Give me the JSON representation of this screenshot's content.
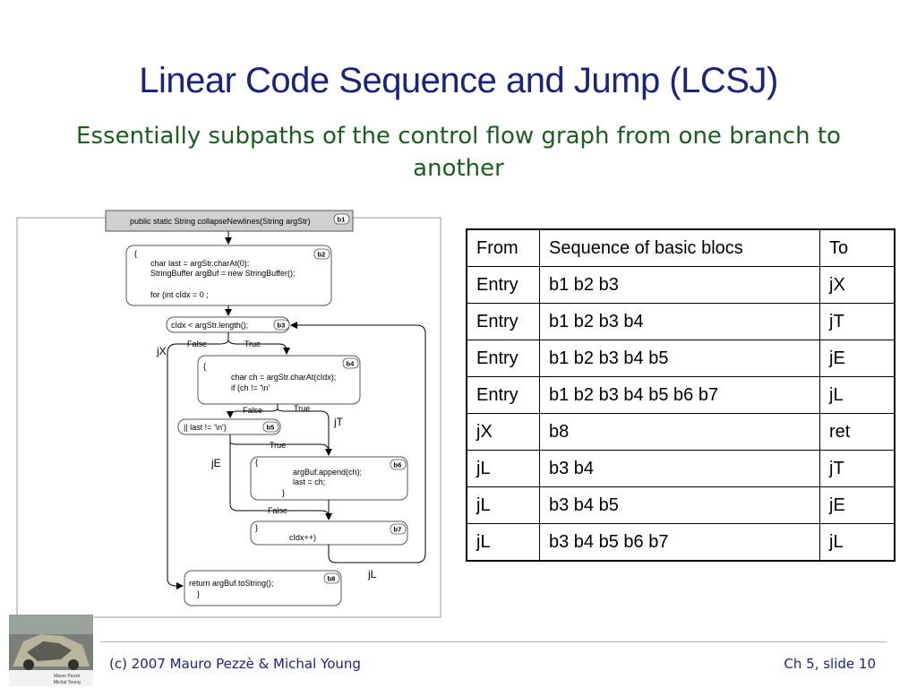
{
  "slide": {
    "title": "Linear Code Sequence and Jump (LCSJ)",
    "subtitle": "Essentially subpaths of the control flow graph from one branch to another"
  },
  "cfg": {
    "header": "public static String collapseNewlines(String argStr)",
    "nodes": {
      "b1": {
        "id": "b1"
      },
      "b2": {
        "id": "b2",
        "lines": [
          "{",
          "char last = argStr.charAt(0);",
          "StringBuffer argBuf = new StringBuffer();",
          "",
          "for (int cIdx = 0 ;"
        ]
      },
      "b3": {
        "id": "b3",
        "text": "cIdx < argStr.length();"
      },
      "b4": {
        "id": "b4",
        "lines": [
          "{",
          "char ch = argStr.charAt(cIdx);",
          "if (ch != '\\n'"
        ]
      },
      "b5": {
        "id": "b5",
        "text": "|| last != '\\n')"
      },
      "b6": {
        "id": "b6",
        "lines": [
          "{",
          "argBuf.append(ch);",
          "last = ch;",
          "}"
        ]
      },
      "b7": {
        "id": "b7",
        "lines": [
          "}",
          "cIdx++)"
        ]
      },
      "b8": {
        "id": "b8",
        "lines": [
          "return argBuf.toString();",
          "}"
        ]
      }
    },
    "edges": {
      "b3_false": "False",
      "b3_true": "True",
      "b4_false": "False",
      "b4_true": "True",
      "b5_true": "True",
      "b5_false": "False"
    },
    "jumps": {
      "jX": "jX",
      "jT": "jT",
      "jE": "jE",
      "jL": "jL"
    }
  },
  "table": {
    "headers": [
      "From",
      "Sequence of basic blocs",
      "To"
    ],
    "rows": [
      [
        "Entry",
        "b1 b2 b3",
        "jX"
      ],
      [
        "Entry",
        "b1 b2 b3 b4",
        "jT"
      ],
      [
        "Entry",
        "b1 b2 b3 b4 b5",
        "jE"
      ],
      [
        "Entry",
        "b1 b2 b3 b4 b5 b6 b7",
        "jL"
      ],
      [
        "jX",
        "b8",
        "ret"
      ],
      [
        "jL",
        "b3 b4",
        "jT"
      ],
      [
        "jL",
        "b3 b4 b5",
        "jE"
      ],
      [
        "jL",
        "b3 b4 b5 b6 b7",
        "jL"
      ]
    ]
  },
  "footer": {
    "copyright": "(c) 2007 Mauro Pezzè & Michal Young",
    "slide_no": "Ch 5, slide 10",
    "book_cover_text": [
      "Mauro Pezzè",
      "Michal Young"
    ]
  }
}
